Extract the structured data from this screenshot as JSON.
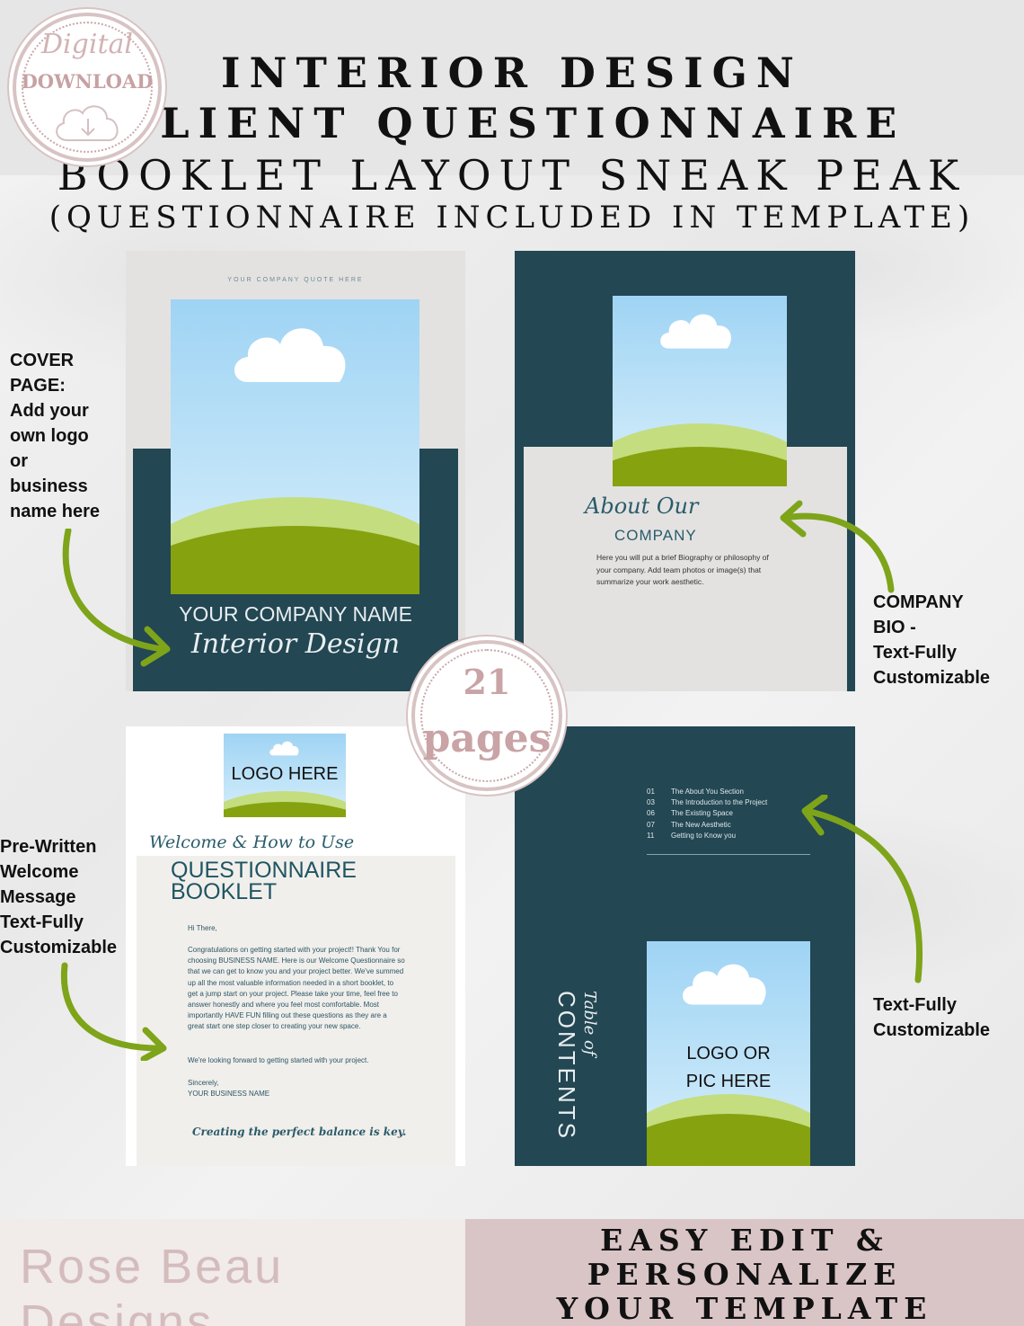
{
  "header": {
    "line1": "INTERIOR DESIGN",
    "line2": "CLIENT QUESTIONNAIRE",
    "line3": "BOOKLET LAYOUT SNEAK PEAK",
    "line4": "(QUESTIONNAIRE INCLUDED IN TEMPLATE)"
  },
  "badge_download": {
    "line1": "Digital",
    "line2": "DOWNLOAD",
    "icon": "cloud-download-icon"
  },
  "badge_pages": {
    "number": "21",
    "word": "pages"
  },
  "cover_page": {
    "quote": "YOUR COMPANY QUOTE HERE",
    "company_name": "YOUR COMPANY NAME",
    "subtitle": "Interior Design"
  },
  "bio_page": {
    "script_title": "About Our",
    "title": "COMPANY",
    "body": "Here you will put a brief Biography or philosophy of your company. Add team photos or image(s) that summarize your work aesthetic."
  },
  "welcome_page": {
    "logo": "LOGO HERE",
    "script_title": "Welcome & How to Use",
    "title_line1": "QUESTIONNAIRE",
    "title_line2": "BOOKLET",
    "greeting": "Hi There,",
    "paragraph": "Congratulations on getting started with your project!! Thank You for choosing BUSINESS NAME. Here is our Welcome Questionnaire so that we can get to know you and your project better. We've summed up all the most valuable information needed in a short booklet, to get a jump start on your project. Please take your time, feel free to answer honestly and where you feel most comfortable. Most importantly HAVE FUN filling out these questions as they are a great start one step closer to creating your new space.",
    "closing_line": "We're looking forward to getting started with your project.",
    "sincerely": "Sincerely,",
    "signature": "YOUR BUSINESS NAME",
    "tagline": "Creating the perfect balance is key."
  },
  "toc_page": {
    "items": [
      {
        "num": "01",
        "label": "The About You Section"
      },
      {
        "num": "03",
        "label": "The Introduction to the Project"
      },
      {
        "num": "06",
        "label": "The Existing Space"
      },
      {
        "num": "07",
        "label": "The New Aesthetic"
      },
      {
        "num": "11",
        "label": "Getting to Know you"
      }
    ],
    "script_title": "Table of",
    "title": "CONTENTS",
    "logo_line1": "LOGO OR",
    "logo_line2": "PIC HERE"
  },
  "callouts": {
    "cover": [
      "COVER",
      "PAGE:",
      "Add your",
      "own logo",
      "or",
      "business",
      "name here"
    ],
    "bio": [
      "COMPANY",
      "BIO -",
      "Text-Fully",
      "Customizable"
    ],
    "welcome": [
      "Pre-Written",
      "Welcome",
      "Message",
      "Text-Fully",
      "Customizable"
    ],
    "toc": [
      "Text-Fully",
      "Customizable"
    ]
  },
  "footer": {
    "brand": "Rose Beau Designs",
    "cta_line1": "EASY EDIT &",
    "cta_line2": "PERSONALIZE",
    "cta_line3": "YOUR TEMPLATE"
  },
  "colors": {
    "dark_teal": "#234753",
    "light_gray": "#e3e2e1",
    "grass_green": "#86a20f",
    "arrow_green": "#7ea41a",
    "rose": "#d9c4c6"
  }
}
